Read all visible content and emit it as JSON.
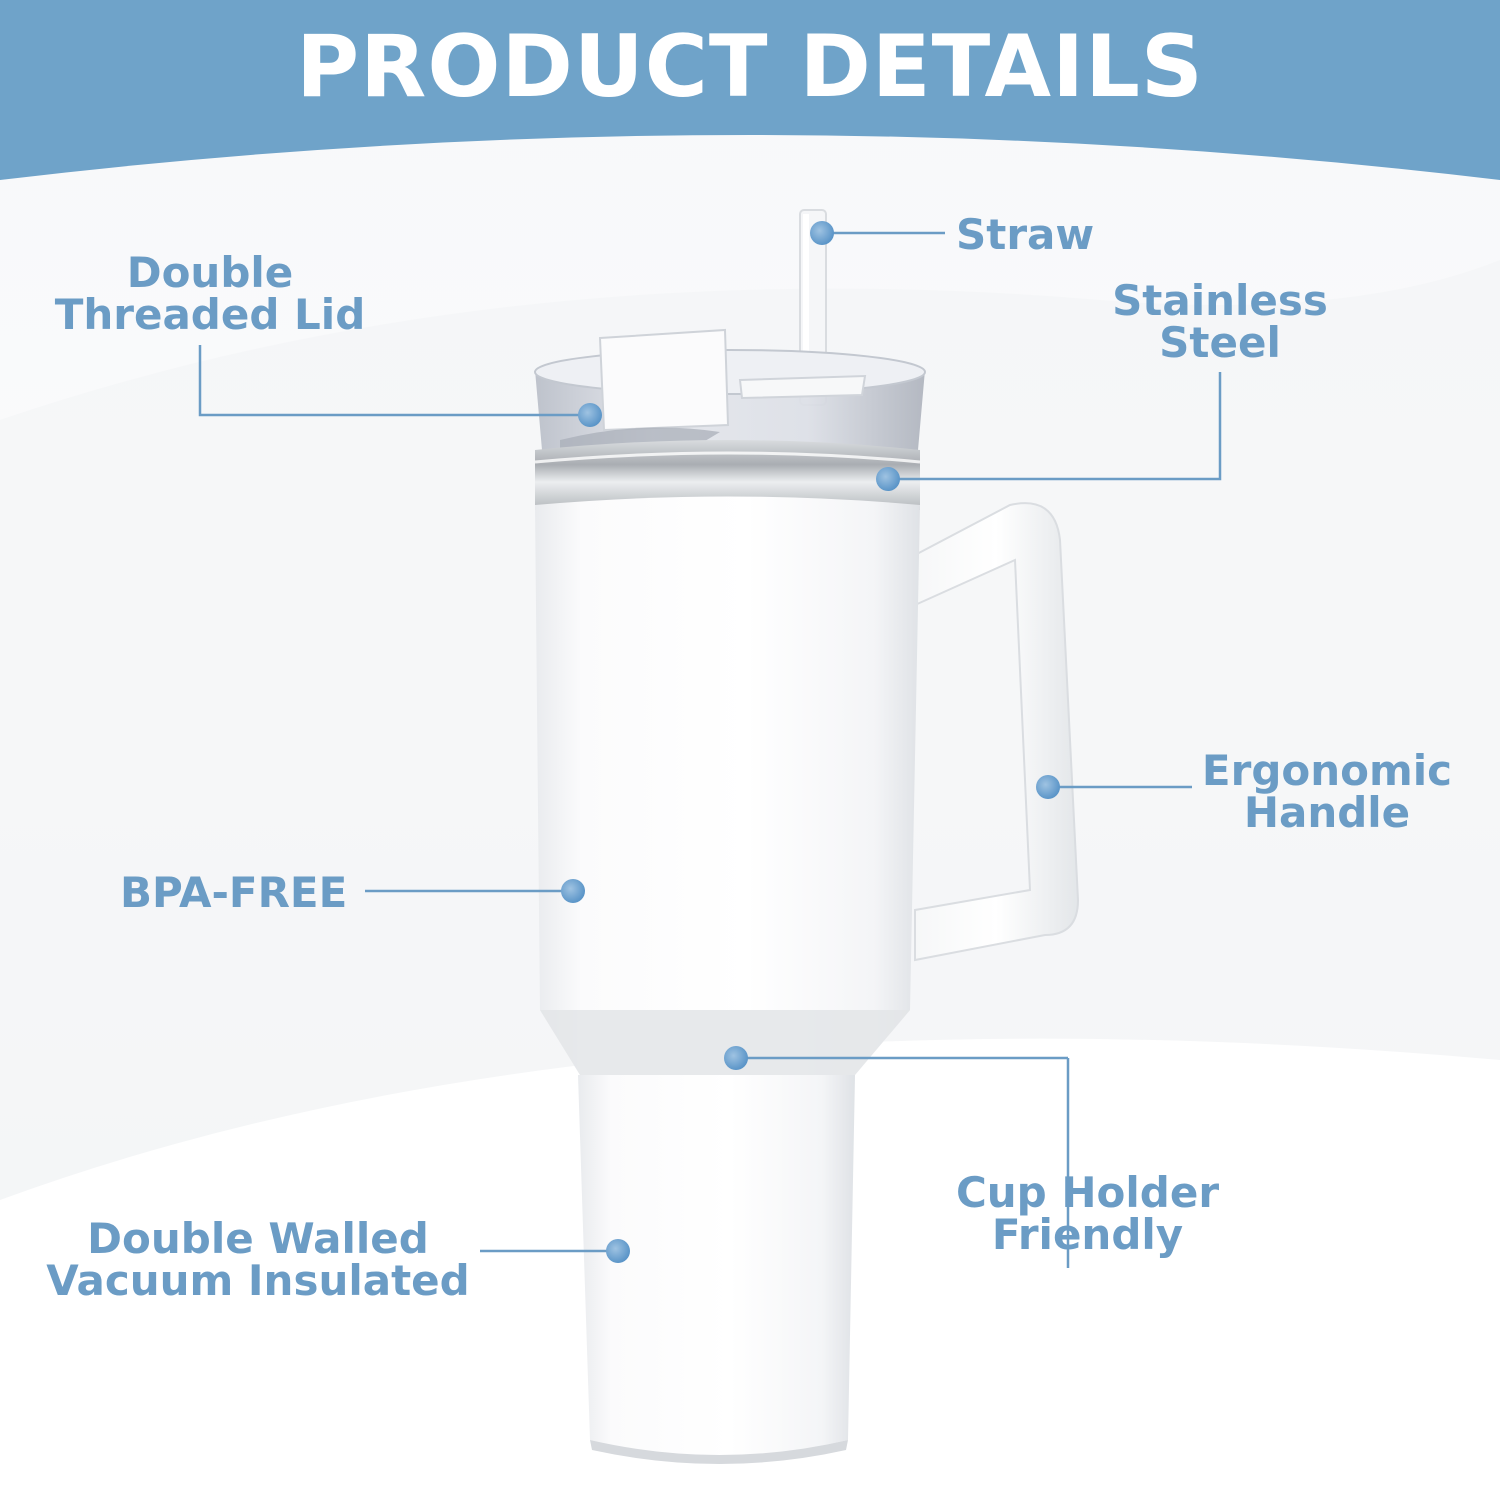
{
  "title": "PRODUCT DETAILS",
  "colors": {
    "banner": "#6fa3c9",
    "label_text": "#6b9cc5",
    "leader_line": "#6b9cc5",
    "marker_dot": "#5b95c8",
    "tumbler_body": "#ffffff",
    "background": "#f7f8fa"
  },
  "callouts": {
    "straw": {
      "lines": [
        "Straw"
      ]
    },
    "lid": {
      "lines": [
        "Double",
        "Threaded Lid"
      ]
    },
    "steel": {
      "lines": [
        "Stainless",
        "Steel"
      ]
    },
    "handle": {
      "lines": [
        "Ergonomic",
        "Handle"
      ]
    },
    "bpa": {
      "lines": [
        "BPA-FREE"
      ]
    },
    "cup_holder": {
      "lines": [
        "Cup Holder",
        "Friendly"
      ]
    },
    "insulated": {
      "lines": [
        "Double Walled",
        "Vacuum Insulated"
      ]
    }
  }
}
